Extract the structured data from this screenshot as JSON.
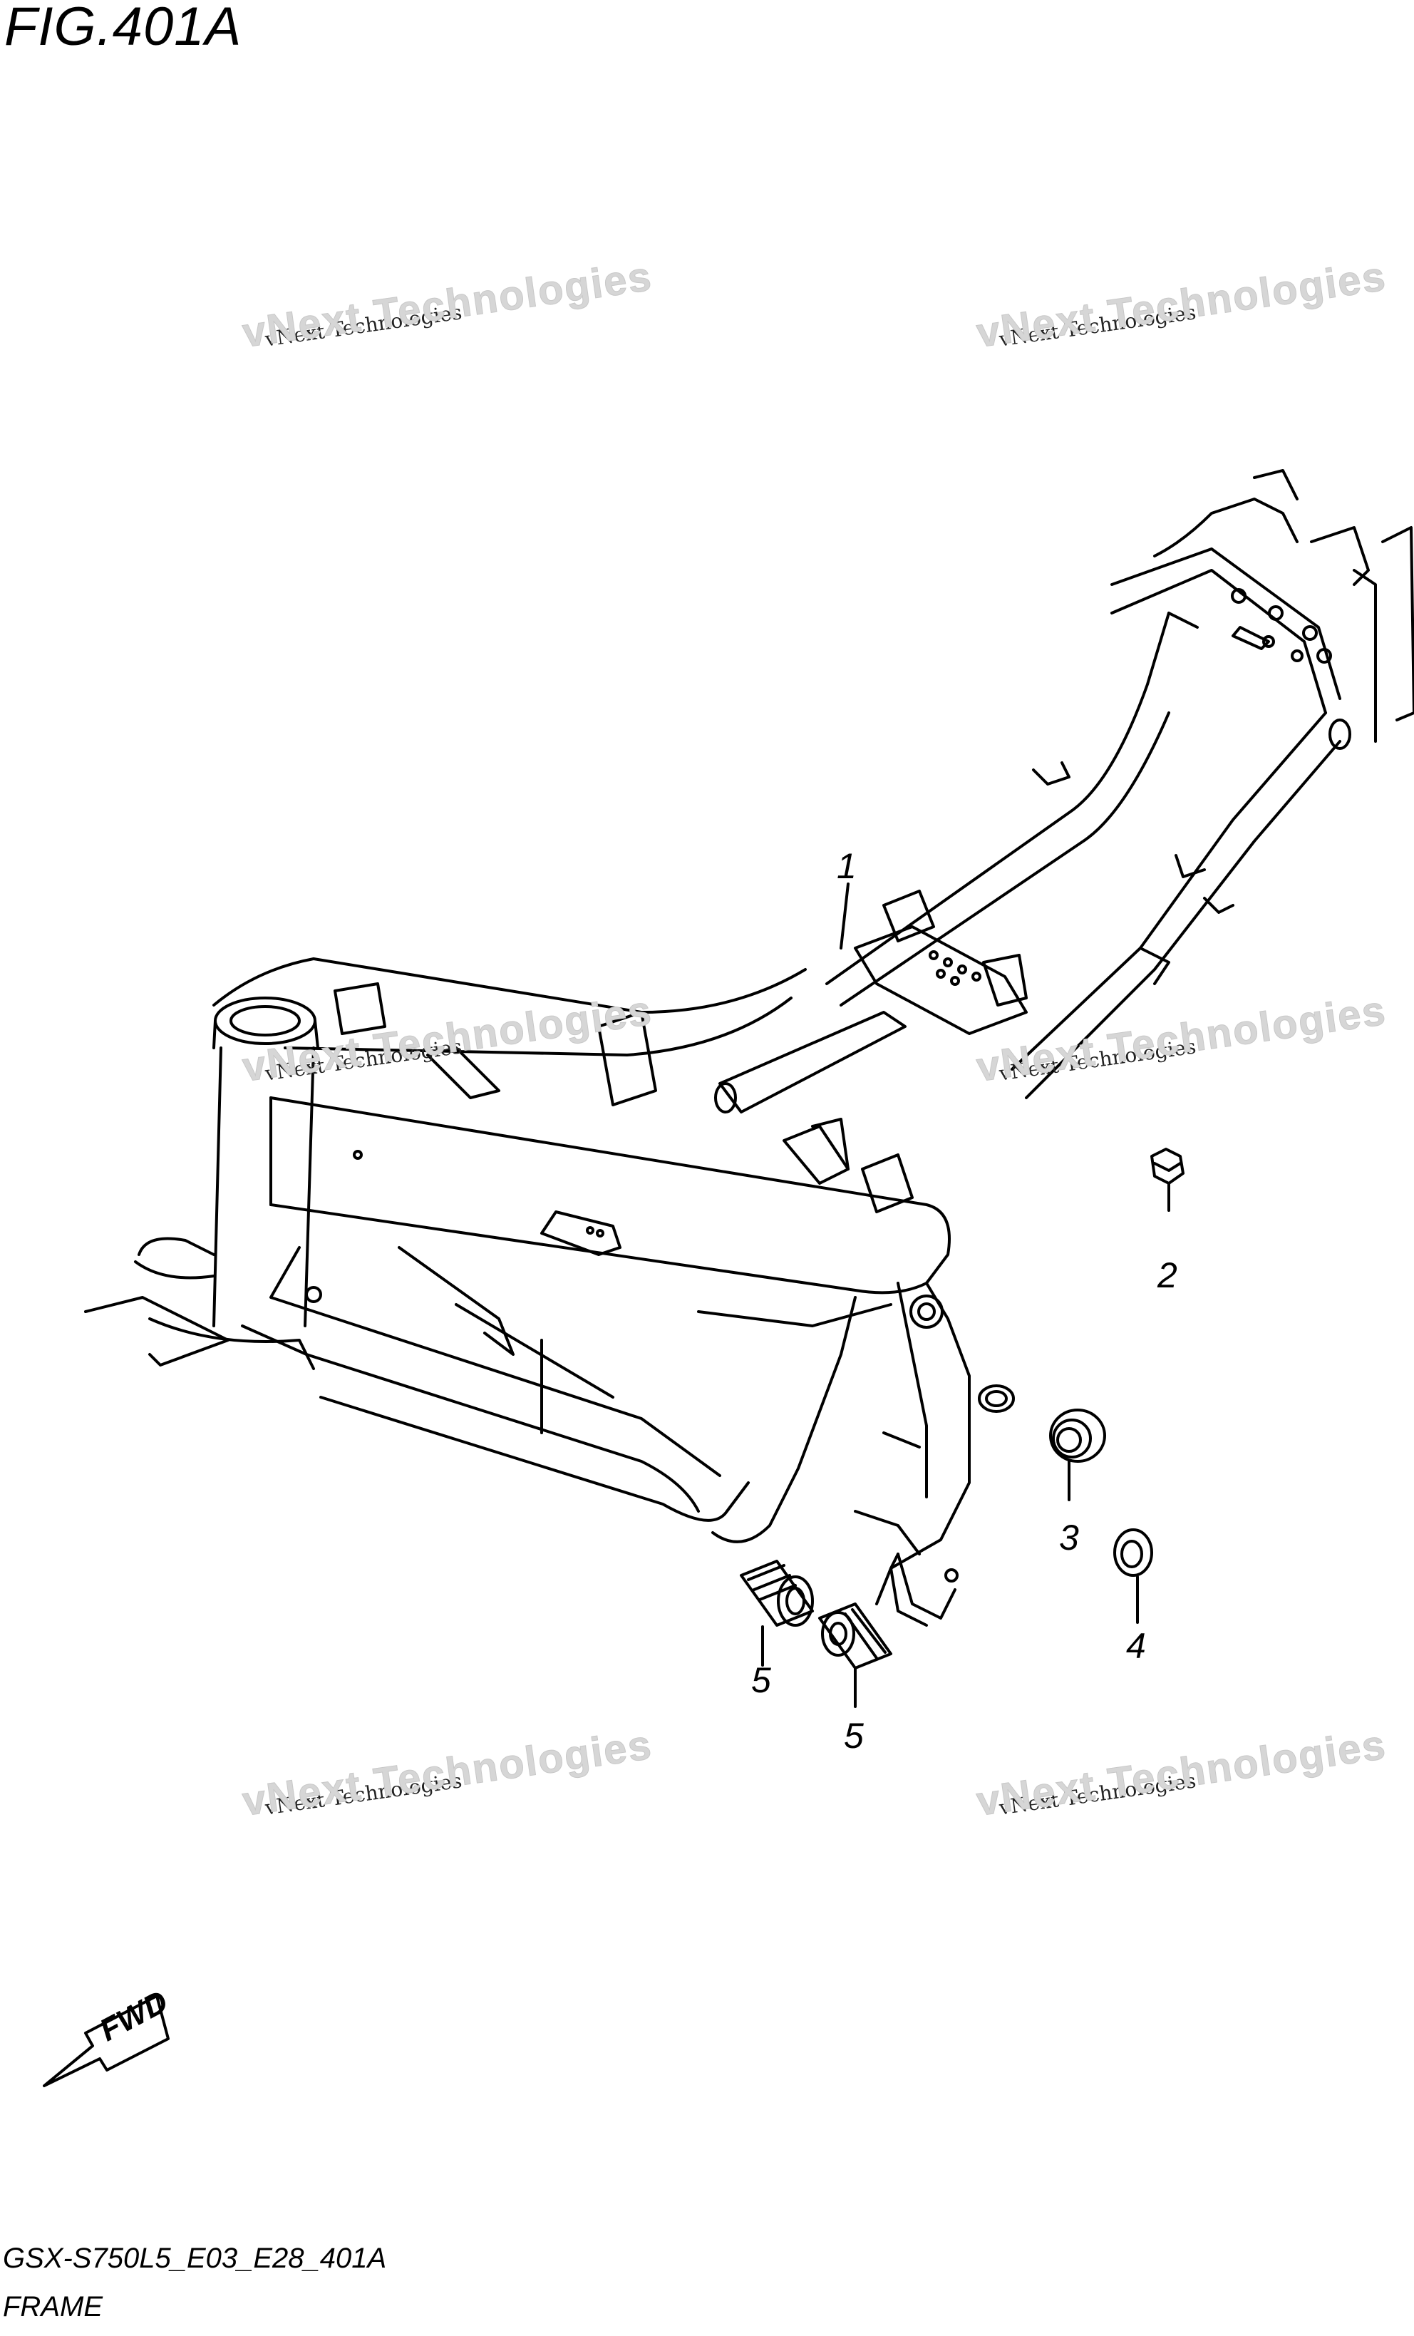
{
  "figure": {
    "title": "FIG.401A",
    "model_code": "GSX-S750L5_E03_E28_401A",
    "name": "FRAME"
  },
  "callouts": [
    {
      "id": "1",
      "label": "1"
    },
    {
      "id": "2",
      "label": "2"
    },
    {
      "id": "3",
      "label": "3"
    },
    {
      "id": "4",
      "label": "4"
    },
    {
      "id": "5a",
      "label": "5"
    },
    {
      "id": "5b",
      "label": "5"
    }
  ],
  "watermark": {
    "text": "vNext Technologies",
    "big_line1": "vNext",
    "big_line2": "Technologies"
  },
  "direction_badge": {
    "label": "FWD",
    "icon": "fwd-arrow-icon"
  }
}
